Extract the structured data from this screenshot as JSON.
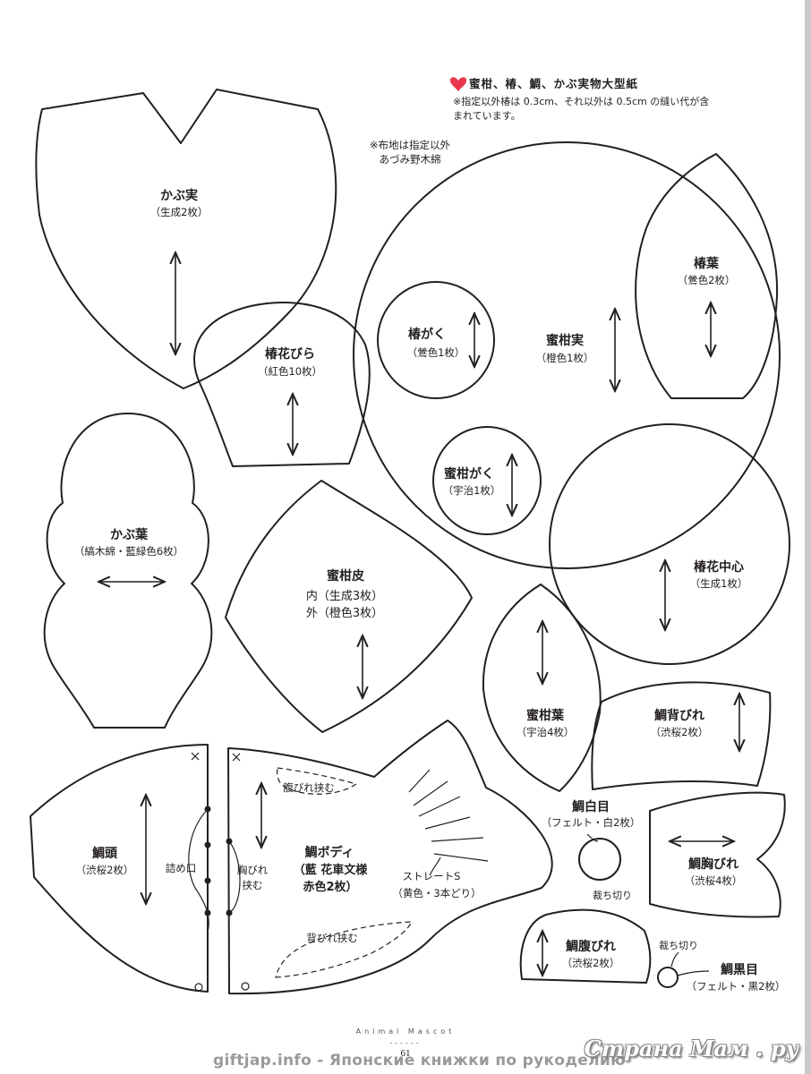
{
  "header": {
    "title": "蜜柑、椿、鯛、かぶ実物大型紙",
    "note_line1": "※指定以外椿は 0.3cm、それ以外は 0.5cm の縫い代が含",
    "note_line2": "まれています。"
  },
  "fabric_note": {
    "line1": "※布地は指定以外",
    "line2": "あづみ野木綿"
  },
  "pieces": {
    "kabu_mi": {
      "name": "かぶ実",
      "detail": "（生成2枚）"
    },
    "tsubaki_hanabira": {
      "name": "椿花びら",
      "detail": "（紅色10枚）"
    },
    "tsubaki_gaku": {
      "name": "椿がく",
      "detail": "（鶯色1枚）"
    },
    "mikan_mi": {
      "name": "蜜柑実",
      "detail": "（橙色1枚）"
    },
    "tsubaki_ha": {
      "name": "椿葉",
      "detail": "（鶯色2枚）"
    },
    "mikan_gaku": {
      "name": "蜜柑がく",
      "detail": "（宇治1枚）"
    },
    "kabu_ha": {
      "name": "かぶ葉",
      "detail": "（縞木綿・藍緑色6枚）"
    },
    "mikan_kawa": {
      "name": "蜜柑皮",
      "inner": "内（生成3枚）",
      "outer": "外（橙色3枚）"
    },
    "tsubaki_chushin": {
      "name": "椿花中心",
      "detail": "（生成1枚）"
    },
    "mikan_ha": {
      "name": "蜜柑葉",
      "detail": "（宇治4枚）"
    },
    "tai_sebire": {
      "name": "鯛背びれ",
      "detail": "（渋桜2枚）"
    },
    "tai_atama": {
      "name": "鯛頭",
      "detail": "（渋桜2枚）",
      "tsumeguchi": "詰め口"
    },
    "tai_body": {
      "name": "鯛ボディ",
      "detail1": "（藍 花車文様",
      "detail2": "赤色2枚）",
      "hara_label": "腹びれ挟む",
      "mune_label1": "胸びれ",
      "mune_label2": "挟む",
      "se_label": "背びれ挟む",
      "straight_label": "ストレートS",
      "straight_detail": "（黄色・3本どり）"
    },
    "tai_shirome": {
      "name": "鯛白目",
      "detail": "（フェルト・白2枚）",
      "cut": "裁ち切り"
    },
    "tai_munabire": {
      "name": "鯛胸びれ",
      "detail": "（渋桜4枚）"
    },
    "tai_harabire": {
      "name": "鯛腹びれ",
      "detail": "（渋桜2枚）"
    },
    "tai_kurome": {
      "name": "鯛黒目",
      "detail": "（フェルト・黒2枚）",
      "cut": "裁ち切り"
    }
  },
  "footer": {
    "brand": "Animal Mascot",
    "page_number": "61",
    "watermark_left": "giftjap.info - Японские книжки по рукоделию",
    "watermark_right": "Страна Мам . ру"
  },
  "colors": {
    "ink": "#231f20",
    "page": "#ffffff",
    "heart": "#e8384f",
    "watermark": "#9a9a9a"
  }
}
